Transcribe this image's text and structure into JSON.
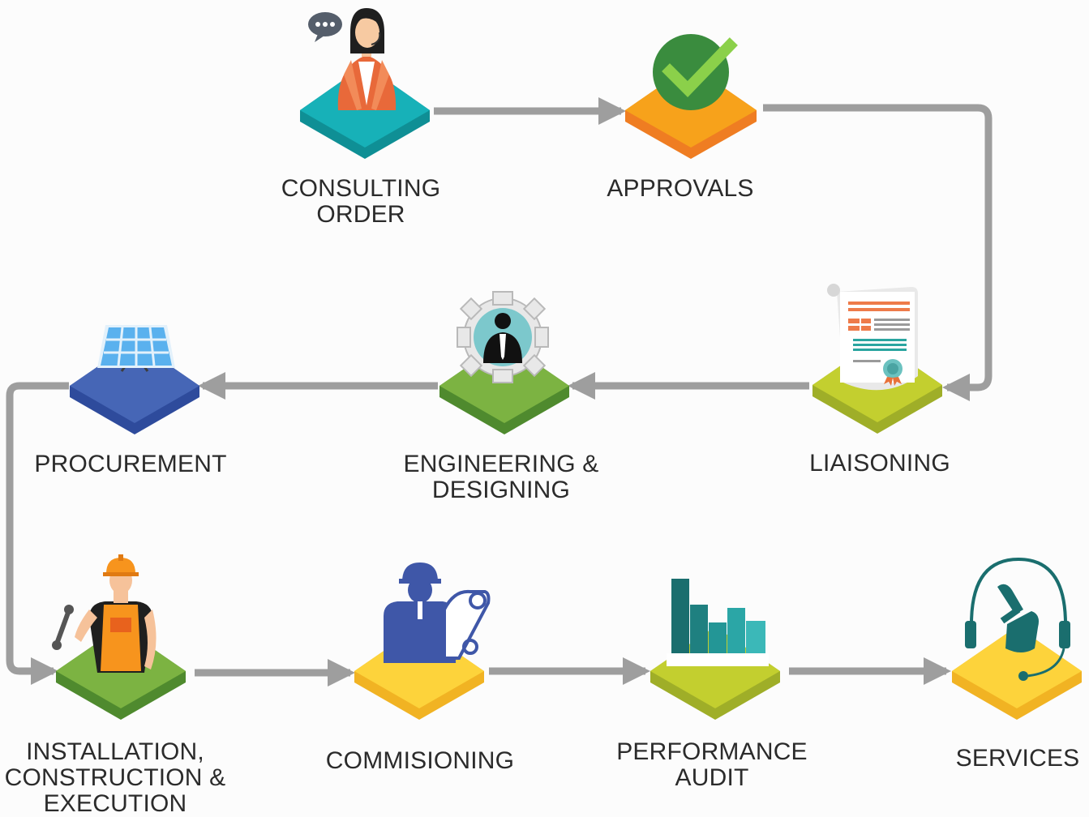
{
  "steps": [
    {
      "id": "consulting",
      "label_lines": [
        "CONSULTING",
        "ORDER"
      ],
      "color": "#17b1b8",
      "icon": "customer-support-agent-icon"
    },
    {
      "id": "approvals",
      "label_lines": [
        "APPROVALS"
      ],
      "color": "#f7a21b",
      "icon": "check-badge-icon"
    },
    {
      "id": "liaisoning",
      "label_lines": [
        "LIAISONING"
      ],
      "color": "#c3cf2f",
      "icon": "certificate-document-icon"
    },
    {
      "id": "engineering",
      "label_lines": [
        "ENGINEERING &",
        "DESIGNING"
      ],
      "color": "#7cb342",
      "icon": "engineer-gear-icon"
    },
    {
      "id": "procurement",
      "label_lines": [
        "PROCUREMENT"
      ],
      "color": "#4666b6",
      "icon": "solar-panel-icon"
    },
    {
      "id": "installation",
      "label_lines": [
        "INSTALLATION,",
        "CONSTRUCTION &",
        "EXECUTION"
      ],
      "color": "#7cb342",
      "icon": "construction-worker-icon"
    },
    {
      "id": "commisioning",
      "label_lines": [
        "COMMISIONING"
      ],
      "color": "#fdd33b",
      "icon": "engineer-blueprint-icon"
    },
    {
      "id": "performance",
      "label_lines": [
        "PERFORMANCE",
        "AUDIT"
      ],
      "color": "#c3cf2f",
      "icon": "bar-chart-icon"
    },
    {
      "id": "services",
      "label_lines": [
        "SERVICES"
      ],
      "color": "#fdd33b",
      "icon": "headset-wrench-icon"
    }
  ],
  "connector_color": "#9e9e9e"
}
